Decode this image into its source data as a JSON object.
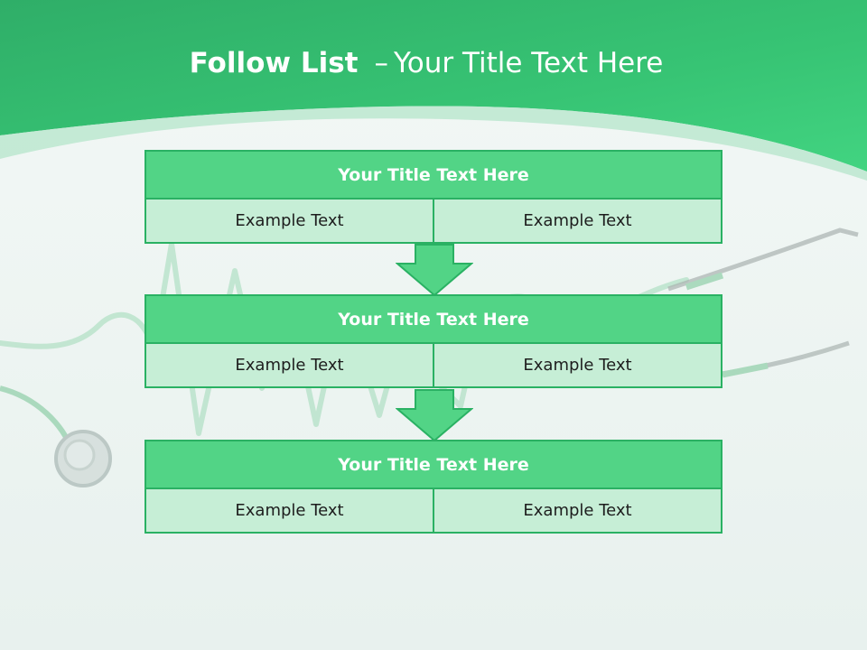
{
  "header": {
    "title_bold": "Follow List",
    "title_dash": "–",
    "title_rest": "Your Title Text Here"
  },
  "blocks": [
    {
      "title": "Your Title Text Here",
      "cells": [
        "Example Text",
        "Example Text"
      ]
    },
    {
      "title": "Your Title Text Here",
      "cells": [
        "Example Text",
        "Example Text"
      ]
    },
    {
      "title": "Your Title Text Here",
      "cells": [
        "Example Text",
        "Example Text"
      ]
    }
  ],
  "colors": {
    "header_green": "#3ccf7c",
    "block_header": "#52d486",
    "block_border": "#2ab163",
    "cell_fill": "#c6eed6",
    "arrow_fill": "#52d486"
  },
  "icons": [
    "down-arrow-icon",
    "stethoscope-icon",
    "heartbeat-line-icon"
  ]
}
